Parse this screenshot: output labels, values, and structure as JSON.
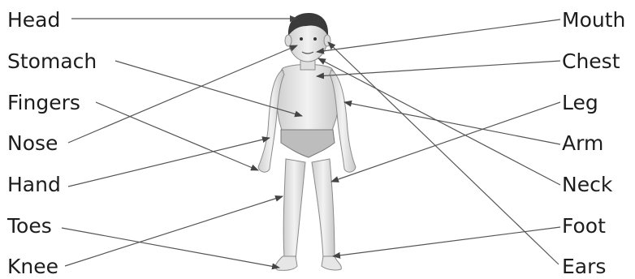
{
  "left_labels": [
    "Head",
    "Stomach",
    "Fingers",
    "Nose",
    "Hand",
    "Toes",
    "Knee"
  ],
  "right_labels": [
    "Mouth",
    "Chest",
    "Leg",
    "Arm",
    "Neck",
    "Foot",
    "Ears"
  ],
  "figure": "boy-body-illustration"
}
